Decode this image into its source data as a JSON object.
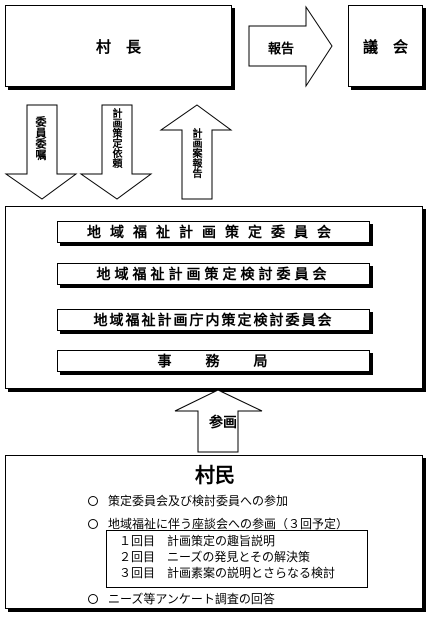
{
  "top": {
    "mayor": "村　長",
    "council": "議　会",
    "report_arrow": "報告"
  },
  "arrows": {
    "appoint": "委員委嘱",
    "request": "計画策定依頼",
    "plan_report": "計画案報告",
    "participate": "参画"
  },
  "committees": [
    "地域福祉計画策定委員会",
    "地域福祉計画策定検討委員会",
    "地域福祉計画庁内策定検討委員会",
    "事　　務　　局"
  ],
  "citizens": {
    "title": "村民",
    "items": [
      "策定委員会及び検討委員への参加",
      "地域福祉に伴う座談会への参画（３回予定）",
      "ニーズ等アンケート調査の回答"
    ],
    "sessions": [
      "１回目　計画策定の趣旨説明",
      "２回目　ニーズの発見とその解決策",
      "３回目　計画素案の説明とさらなる検討"
    ]
  }
}
